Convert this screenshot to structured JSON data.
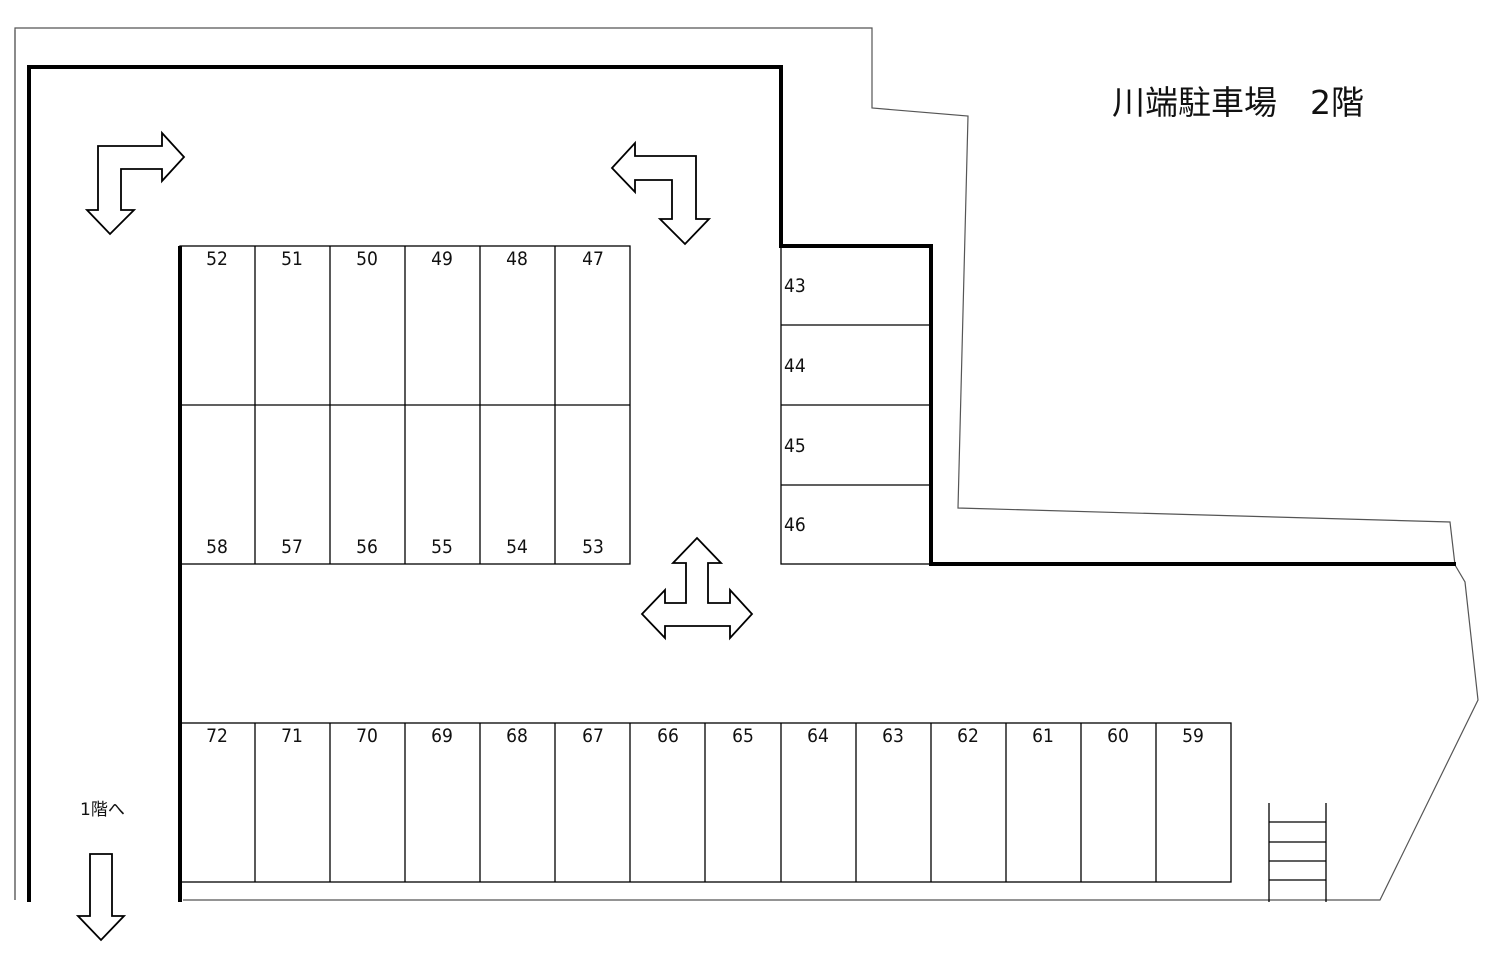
{
  "title": "川端駐車場　2階",
  "exit_label": "1階へ",
  "upper_top_row": [
    "52",
    "51",
    "50",
    "49",
    "48",
    "47"
  ],
  "upper_bottom_row": [
    "58",
    "57",
    "56",
    "55",
    "54",
    "53"
  ],
  "side_column": [
    "43",
    "44",
    "45",
    "46"
  ],
  "lower_row": [
    "72",
    "71",
    "70",
    "69",
    "68",
    "67",
    "66",
    "65",
    "64",
    "63",
    "62",
    "61",
    "60",
    "59"
  ],
  "icons": [
    "turn-right-down-arrow-icon",
    "turn-left-down-arrow-icon",
    "up-left-right-arrow-icon",
    "down-arrow-icon",
    "stairs-icon"
  ]
}
